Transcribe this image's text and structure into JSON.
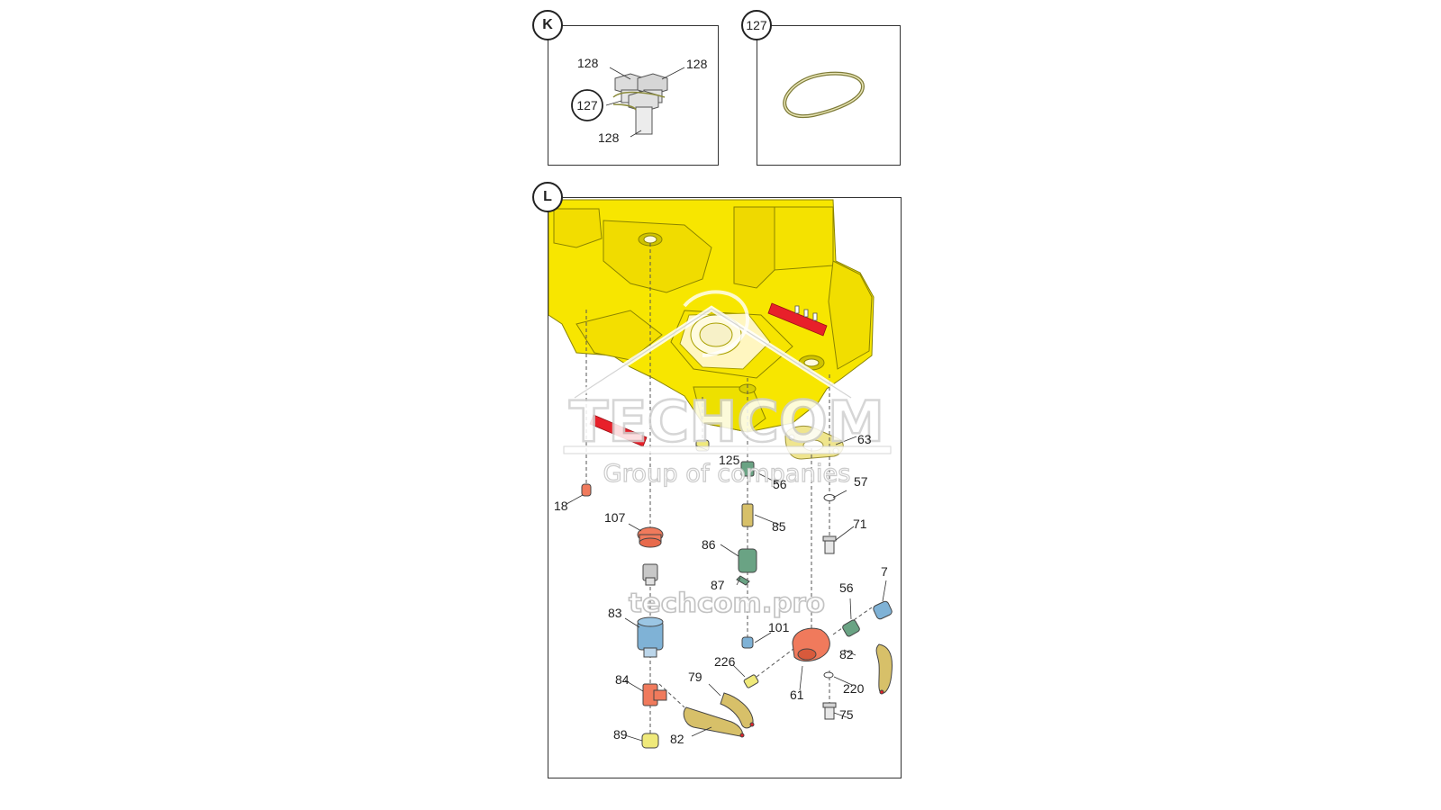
{
  "views": {
    "k": {
      "badge": "K",
      "labels": {
        "top_left": "128",
        "top_right": "128",
        "bottom": "128",
        "ring": "127"
      }
    },
    "d127": {
      "badge": "127"
    },
    "l": {
      "badge": "L"
    }
  },
  "callouts": {
    "p18": "18",
    "p107": "107",
    "p83": "83",
    "p84": "84",
    "p89": "89",
    "p82a": "82",
    "p79": "79",
    "p226": "226",
    "p125": "125",
    "p56a": "56",
    "p85": "85",
    "p86": "86",
    "p87": "87",
    "p101": "101",
    "p63": "63",
    "p57": "57",
    "p71": "71",
    "p7": "7",
    "p56b": "56",
    "p82b": "82",
    "p220": "220",
    "p61": "61",
    "p75": "75"
  },
  "watermark": {
    "brand": "TECHCOM",
    "tagline": "Group of companies",
    "url": "techcom.pro"
  },
  "colors": {
    "housing": "#f7e600",
    "red_part": "#f07a5c",
    "blue_part": "#7fb2d6",
    "green_part": "#6aa384",
    "tan_part": "#d7c069",
    "yellow_part": "#efe97a",
    "gray_part": "#c8c8c8",
    "stripe": "#e8202a"
  }
}
